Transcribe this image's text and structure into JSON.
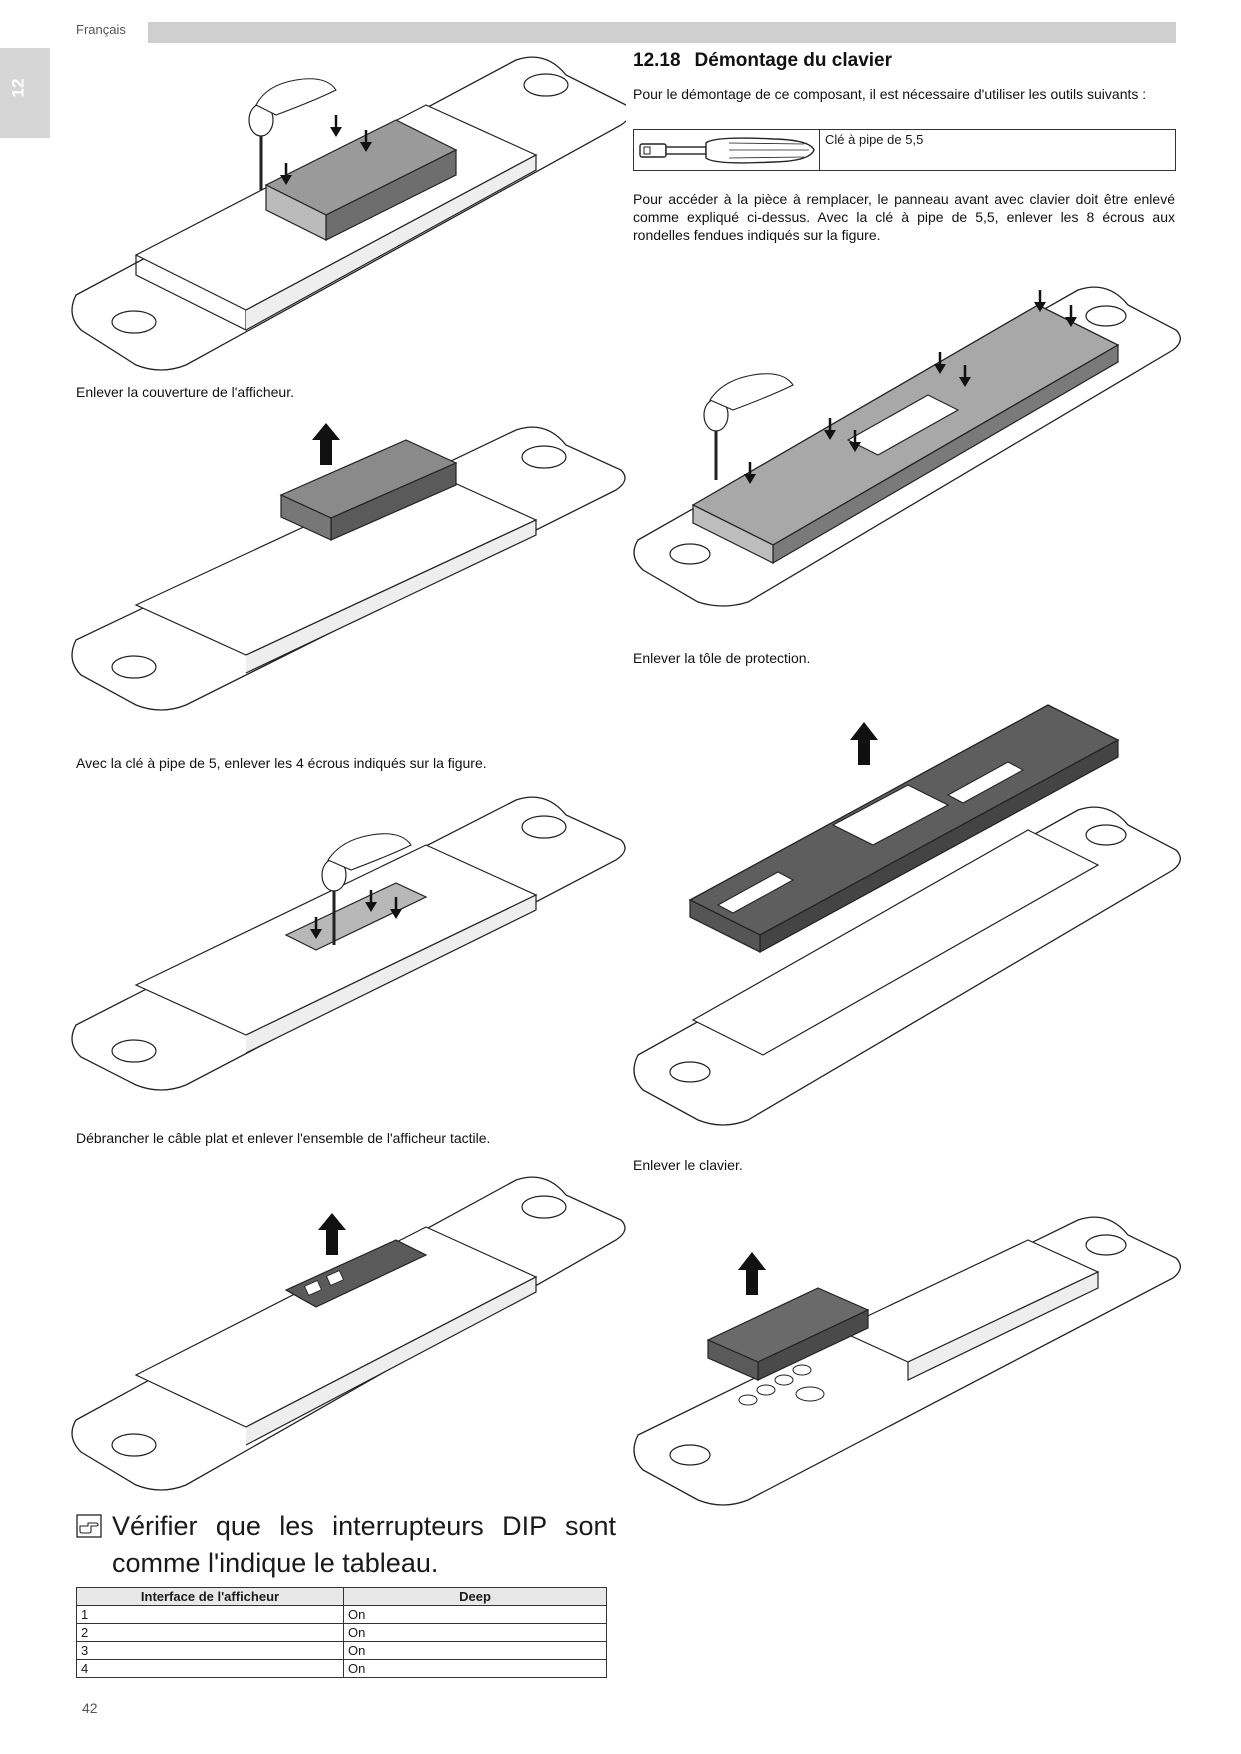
{
  "header": {
    "language": "Français",
    "chapter": "12"
  },
  "section": {
    "number": "12.18",
    "title": "Démontage du clavier",
    "intro": "Pour le démontage de ce composant, il est nécessaire d'utiliser les outils suivants :",
    "tool_name": "Clé à pipe de 5,5",
    "instructions": "Pour accéder à la pièce à remplacer, le panneau avant avec clavier doit être enlevé comme expliqué ci-dessus. Avec la clé à pipe de 5,5, enlever les 8 écrous aux rondelles fendues indiqués sur la figure."
  },
  "captions": {
    "c1": "Enlever la couverture de l'afficheur.",
    "c2": "Avec la clé à pipe de 5, enlever les 4 écrous indiqués sur la figure.",
    "c3": "Débrancher le câble plat et enlever l'ensemble de l'afficheur tactile.",
    "c4": "Enlever la tôle de protection.",
    "c5": "Enlever le clavier."
  },
  "tip": {
    "text": "Vérifier que les interrupteurs DIP sont comme l'indique le tableau."
  },
  "dip_table": {
    "headers": [
      "Interface de l'afficheur",
      "Deep"
    ],
    "rows": [
      [
        "1",
        "On"
      ],
      [
        "2",
        "On"
      ],
      [
        "3",
        "On"
      ],
      [
        "4",
        "On"
      ]
    ]
  },
  "footer": {
    "page_number": "42"
  },
  "colors": {
    "header_bar": "#cfcfcf",
    "dark_part": "#5a5a5a",
    "light_part": "#b5b5b5"
  }
}
